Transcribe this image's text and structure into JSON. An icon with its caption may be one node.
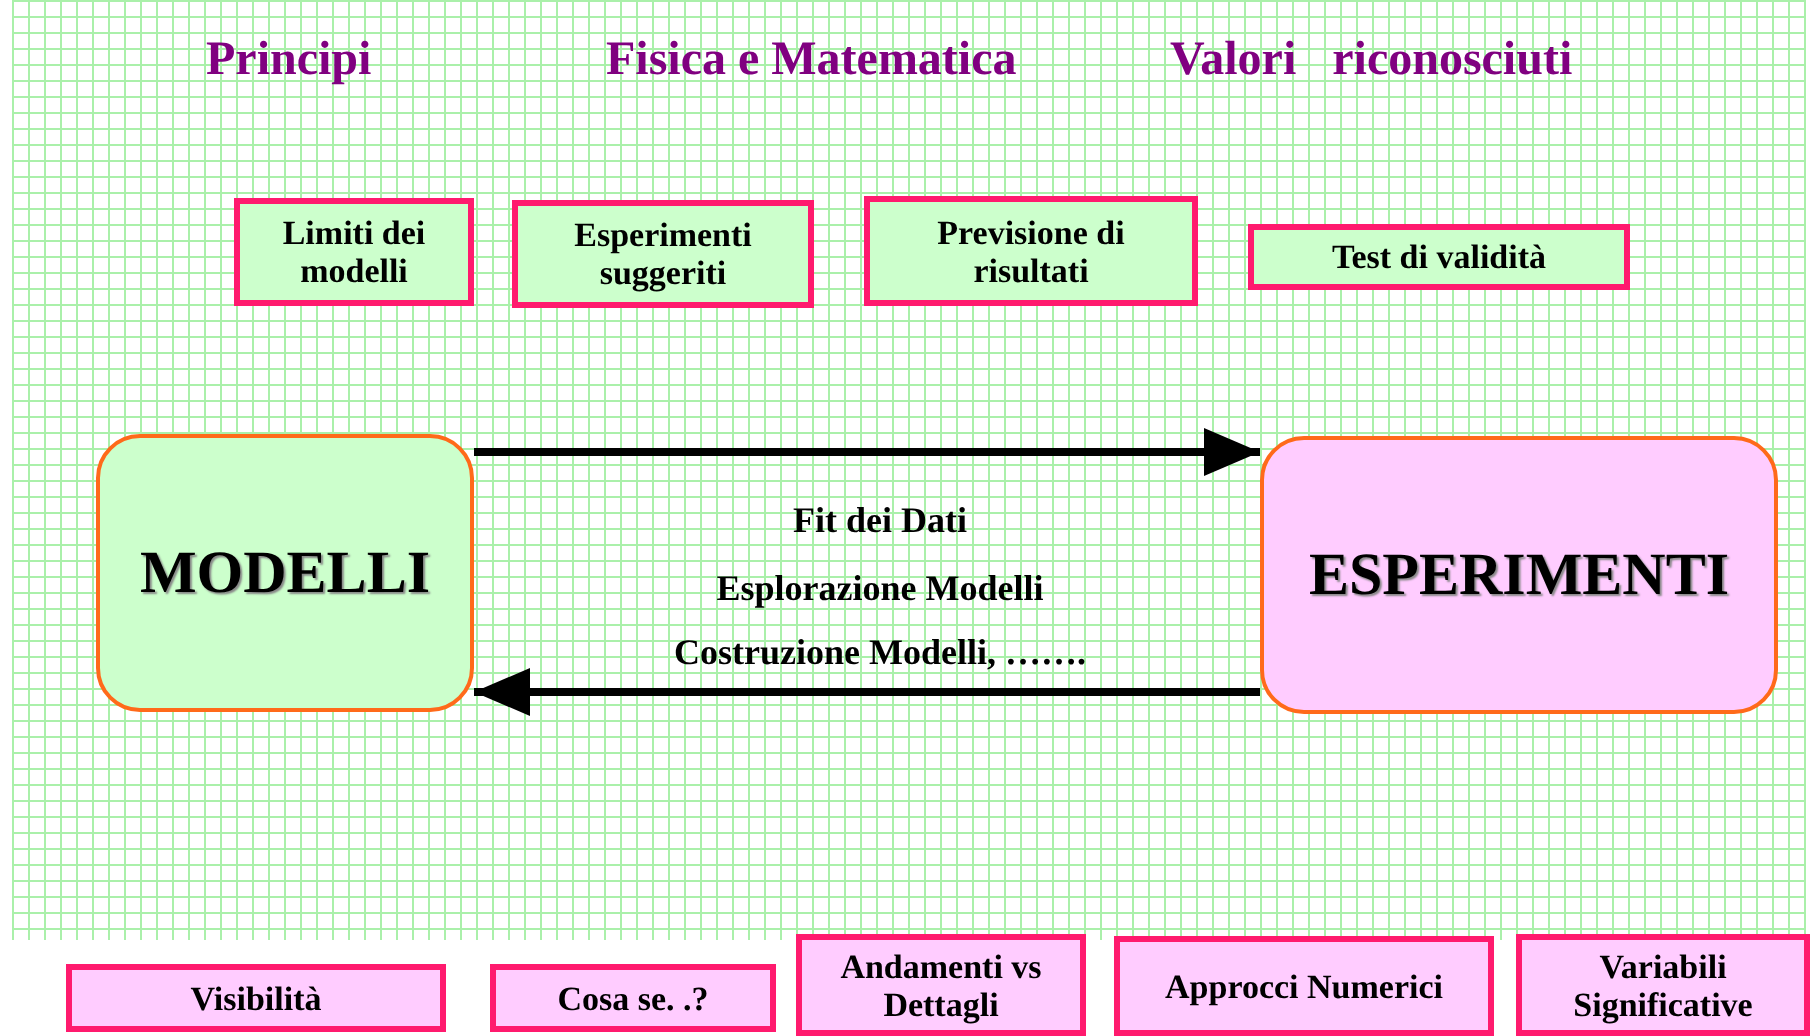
{
  "diagram": {
    "nodes": [
      {
        "text": [
          "Limiti dei modelli"
        ]
      },
      {
        "text": [
          "Esperimenti suggeriti"
        ]
      },
      {
        "text": [
          "Previsione di risultati"
        ]
      },
      {
        "text": [
          "Test di validità"
        ]
      },
      {
        "text": [
          "MODELLI"
        ]
      },
      {
        "text": [
          "ESPERIMENTI"
        ]
      },
      {
        "text": [
          "Visibilità"
        ]
      },
      {
        "text": [
          "Cosa se. .?"
        ]
      },
      {
        "text": [
          "Andamenti vs Dettagli"
        ]
      },
      {
        "text": [
          "Approcci Numerici"
        ]
      },
      {
        "text": [
          "Variabili Significative"
        ]
      }
    ],
    "edges": [
      {
        "from": 4,
        "to": 5,
        "arrow": "to"
      },
      {
        "from": 5,
        "to": 4,
        "arrow": "to"
      }
    ],
    "labels": [
      "Principi",
      "Fisica e Matematica",
      "Valori   riconosciuti",
      "Fit dei Dati",
      "Esplorazione Modelli",
      "Costruzione Modelli, ……."
    ]
  }
}
